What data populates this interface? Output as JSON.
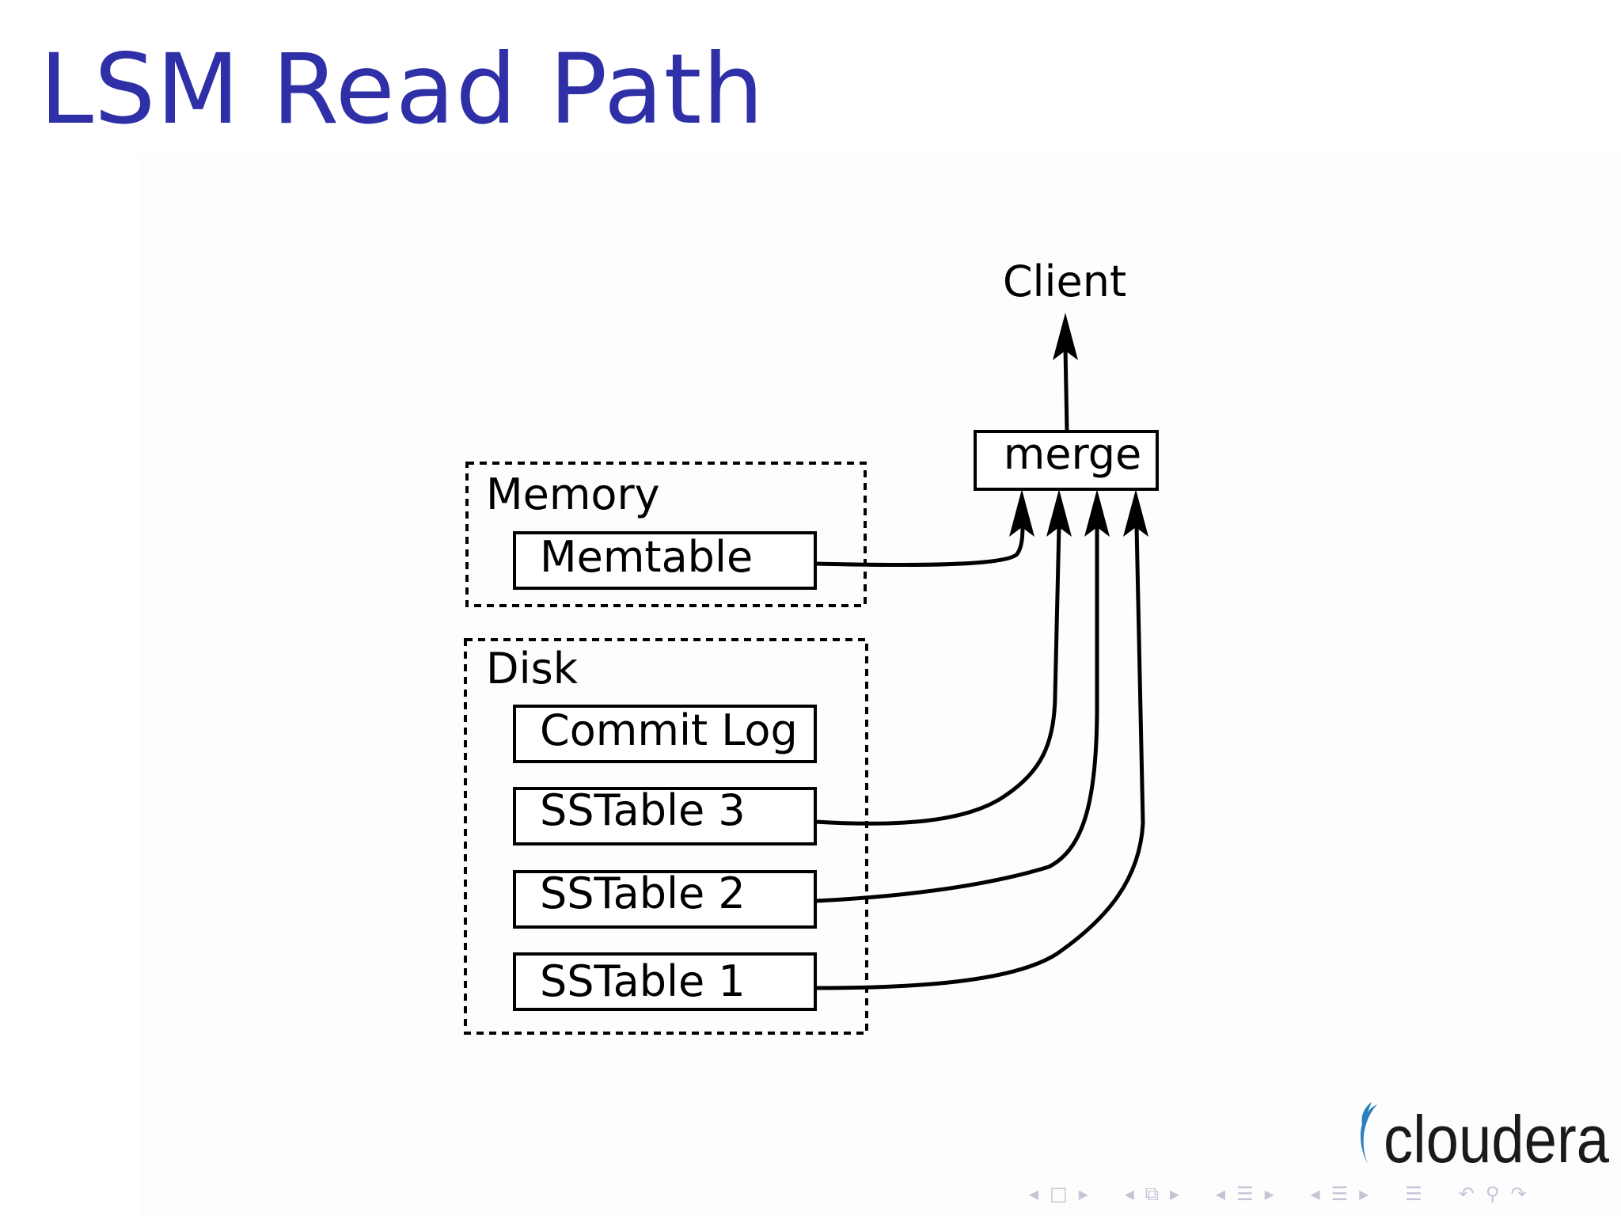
{
  "slide": {
    "title": "LSM Read Path"
  },
  "diagram": {
    "client_label": "Client",
    "merge_label": "merge",
    "memory_group_label": "Memory",
    "memtable_label": "Memtable",
    "disk_group_label": "Disk",
    "commit_log_label": "Commit Log",
    "sstable3_label": "SSTable 3",
    "sstable2_label": "SSTable 2",
    "sstable1_label": "SSTable 1"
  },
  "logo": {
    "text": "cloudera",
    "color": "#2a7fc0"
  },
  "nav_icons": [
    "nav-prev-icon",
    "frame-icon",
    "nav-next-icon",
    "nav-prev-icon",
    "subsection-icon",
    "nav-next-icon",
    "nav-prev-icon",
    "section-icon",
    "nav-next-icon",
    "nav-prev-icon",
    "outline-icon",
    "nav-next-icon",
    "toc-icon",
    "back-icon",
    "search-icon",
    "forward-icon"
  ],
  "colors": {
    "title": "#2f2fa8",
    "nav": "#c4c4d8"
  }
}
